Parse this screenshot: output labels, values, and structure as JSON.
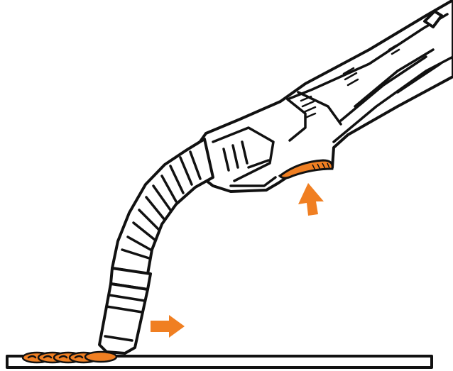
{
  "colors": {
    "accent": "#F07F22",
    "outline": "#111111",
    "background": "#FFFFFF"
  },
  "diagram": {
    "subject": "welding-torch",
    "elements": [
      {
        "name": "torch-handle",
        "kind": "outline-drawing"
      },
      {
        "name": "trigger",
        "kind": "highlighted-part"
      },
      {
        "name": "trigger-press-arrow",
        "kind": "direction-arrow",
        "direction": "up"
      },
      {
        "name": "travel-direction-arrow",
        "kind": "direction-arrow",
        "direction": "right"
      },
      {
        "name": "weld-bead",
        "kind": "highlighted-part",
        "segments": 5
      },
      {
        "name": "workpiece-plate",
        "kind": "outline-drawing"
      }
    ]
  }
}
